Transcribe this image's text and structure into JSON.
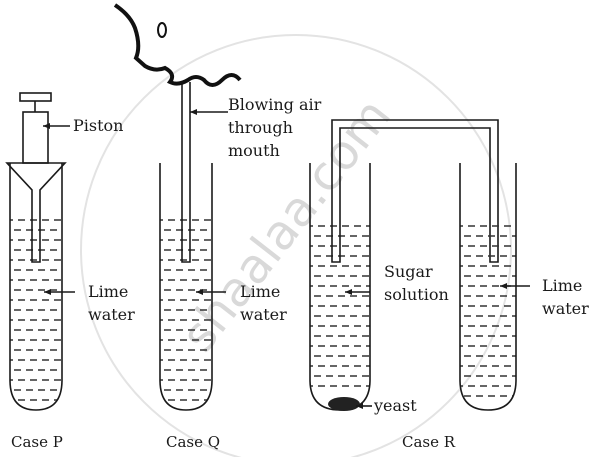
{
  "watermark": "shaalaa.com",
  "labels": {
    "piston": "Piston",
    "blowing_line1": "Blowing air",
    "blowing_line2": "through",
    "blowing_line3": "mouth",
    "lime_p_line1": "Lime",
    "lime_p_line2": "water",
    "lime_q_line1": "Lime",
    "lime_q_line2": "water",
    "sugar_line1": "Sugar",
    "sugar_line2": "solution",
    "lime_r_line1": "Lime",
    "lime_r_line2": "water",
    "yeast": "yeast"
  },
  "captions": {
    "case_p": "Case P",
    "case_q": "Case Q",
    "case_r": "Case R"
  }
}
